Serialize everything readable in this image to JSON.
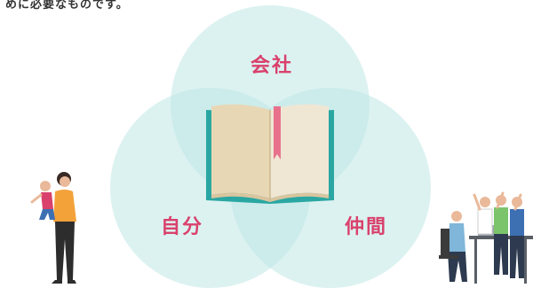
{
  "intro_text_fragment": "めに必要なものです。",
  "venn": {
    "top_label": "会社",
    "left_label": "自分",
    "right_label": "仲間"
  },
  "colors": {
    "circle_fill": "#bfe8e6",
    "label": "#d9416c",
    "book_cover": "#2aa7a2",
    "bookmark": "#e8718c"
  },
  "icons": {
    "center": "open-book-icon",
    "left": "parent-holding-child-illustration",
    "right": "team-high-five-illustration"
  }
}
